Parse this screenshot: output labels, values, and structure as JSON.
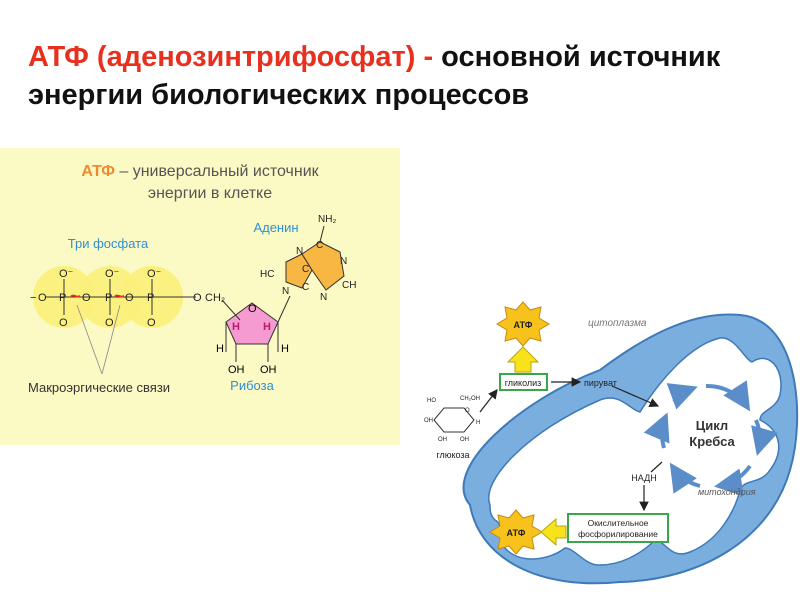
{
  "slide": {
    "title_red": "АТФ (аденозинтрифосфат) -",
    "title_dark": " основной источник энергии биологических процессов"
  },
  "atp_panel": {
    "heading_red": "АТФ",
    "heading_rest": " – универсальный источник",
    "heading_line2": "энергии в клетке",
    "three_phosphates": "Три фосфата",
    "adenine": "Аденин",
    "ribose": "Рибоза",
    "high_energy_bonds": "Макроэргические связи",
    "atoms": {
      "O": "O",
      "Ominus": "O⁻",
      "P": "P",
      "H": "H",
      "OH": "OH",
      "CH2": "CH₂",
      "N": "N",
      "C": "C",
      "HC": "HC",
      "CH": "CH",
      "NH2": "NH₂",
      "minus": "−",
      "tilde": "~"
    }
  },
  "metabolism": {
    "atp_label": "АТФ",
    "cytoplasm": "цитоплазма",
    "glycolysis": "гликолиз",
    "pyruvate": "пируват",
    "glucose": "глюкоза",
    "krebs_line1": "Цикл",
    "krebs_line2": "Кребса",
    "nadh": "НАДН",
    "mitochondria": "митохондрия",
    "oxphos_line1": "Окислительное",
    "oxphos_line2": "фосфорилирование",
    "glucose_atoms": {
      "HO": "HO",
      "OH": "OH",
      "H": "H",
      "O": "O",
      "CH2OH": "CH₂OH"
    }
  },
  "colors": {
    "title_red": "#e8301e",
    "panel_bg": "#fbf9c4",
    "phosphate_glow": "#fbf07a",
    "adenine_fill": "#f7b742",
    "ribose_fill": "#f59bd2",
    "label_blue": "#2f8fd6",
    "label_orange": "#ef8a2e",
    "mito_blue": "#7aaedf",
    "box_green": "#3aa64a",
    "star_yellow": "#f7c21b",
    "arrow_yellow": "#f7e21b"
  }
}
